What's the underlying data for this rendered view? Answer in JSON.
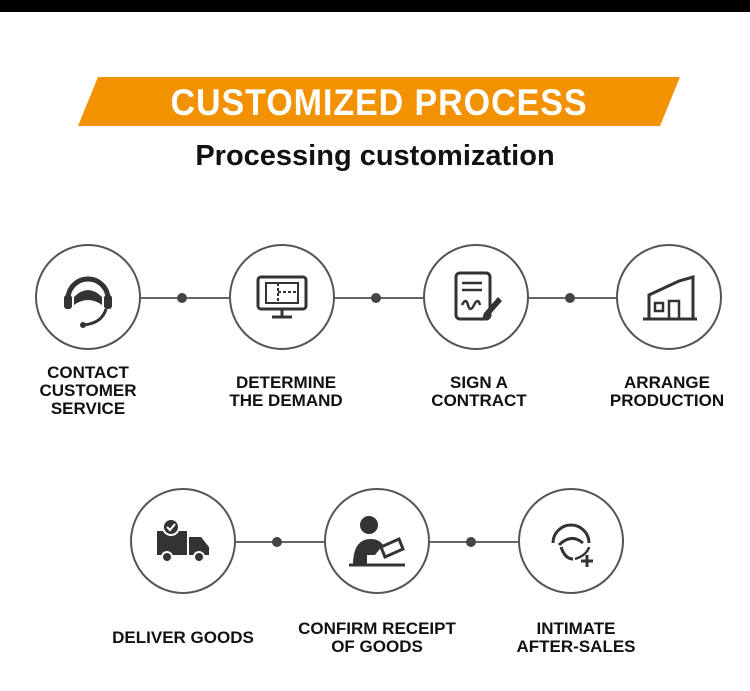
{
  "header": {
    "title": "CUSTOMIZED PROCESS",
    "subtitle": "Processing customization",
    "accent_color": "#f39200"
  },
  "steps": [
    {
      "label_lines": [
        "CONTACT",
        "CUSTOMER",
        "SERVICE"
      ],
      "icon": "headset-icon"
    },
    {
      "label_lines": [
        "DETERMINE",
        "THE DEMAND"
      ],
      "icon": "monitor-blueprint-icon"
    },
    {
      "label_lines": [
        "SIGN A",
        "CONTRACT"
      ],
      "icon": "contract-icon"
    },
    {
      "label_lines": [
        "ARRANGE",
        "PRODUCTION"
      ],
      "icon": "factory-icon"
    },
    {
      "label_lines": [
        "DELIVER GOODS"
      ],
      "icon": "truck-icon"
    },
    {
      "label_lines": [
        "CONFIRM RECEIPT",
        "OF GOODS"
      ],
      "icon": "person-signing-icon"
    },
    {
      "label_lines": [
        "INTIMATE",
        "AFTER-SALES"
      ],
      "icon": "support-plus-icon"
    }
  ]
}
